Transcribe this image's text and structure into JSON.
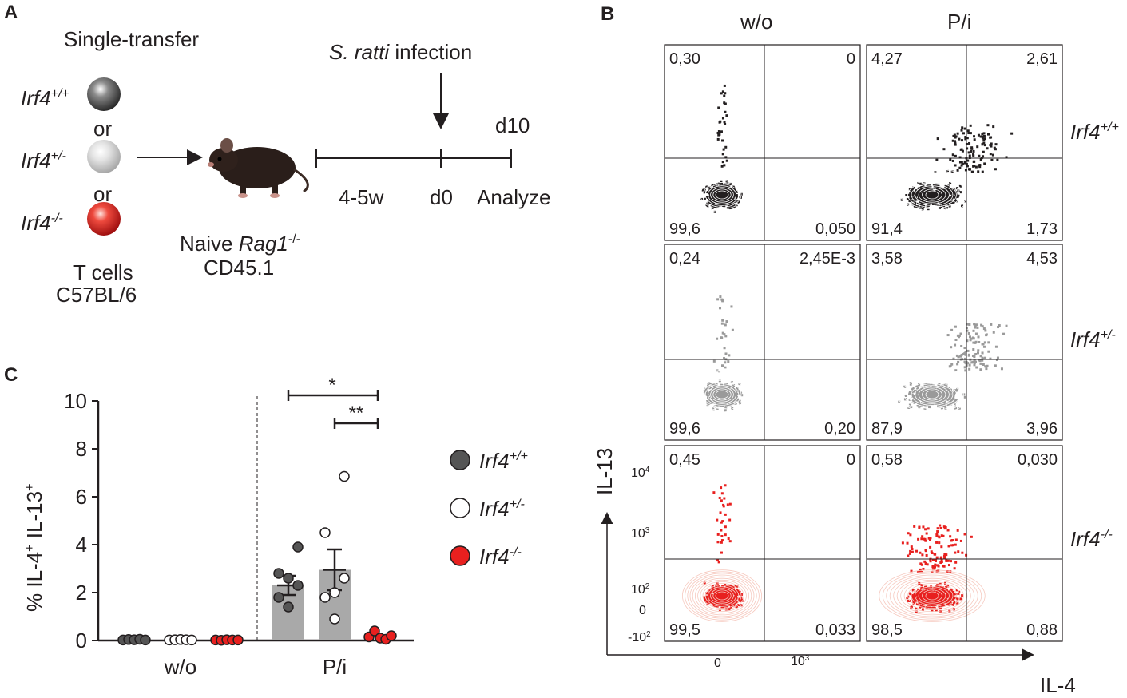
{
  "colors": {
    "wt": "#555555",
    "het": "#ffffff",
    "ko": "#e8201f",
    "bar_fill": "#a9a9a9",
    "ink": "#231f20",
    "het_dots": "#9a9a9a"
  },
  "panel_a": {
    "letter": "A",
    "title": "Single-transfer",
    "genotypes": [
      {
        "base": "Irf4",
        "sup": "+/+",
        "color": "#5a5a5a"
      },
      {
        "base": "Irf4",
        "sup": "+/-",
        "color": "#cfcfcf"
      },
      {
        "base": "Irf4",
        "sup": "-/-",
        "color": "#e8201f"
      }
    ],
    "or_label": "or",
    "cells_line1": "T cells",
    "cells_line2": "C57BL/6",
    "mouse_icon": "mouse-icon",
    "recipient_prefix": "Naive ",
    "recipient_gene": "Rag1",
    "recipient_sup": "-/-",
    "recipient_line2": "CD45.1",
    "infection_species": "S. ratti",
    "infection_word": " infection",
    "t1": "4-5w",
    "t2": "d0",
    "t3": "d10",
    "t4": "Analyze"
  },
  "panel_b": {
    "letter": "B",
    "col_headers": [
      "w/o",
      "P/i"
    ],
    "row_labels": [
      {
        "base": "Irf4",
        "sup": "+/+"
      },
      {
        "base": "Irf4",
        "sup": "+/-"
      },
      {
        "base": "Irf4",
        "sup": "-/-"
      }
    ],
    "y_axis": "IL-13",
    "x_axis": "IL-4",
    "y_ticks": [
      {
        "base": "10",
        "sup": "4"
      },
      {
        "base": "10",
        "sup": "3"
      },
      {
        "base": "10",
        "sup": "2"
      },
      {
        "base": "0",
        "sup": ""
      },
      {
        "base": "-10",
        "sup": "2"
      }
    ],
    "x_ticks": [
      {
        "base": "0",
        "sup": ""
      },
      {
        "base": "10",
        "sup": "3"
      }
    ],
    "quadrants": [
      [
        "0,30",
        "0",
        "99,6",
        "0,050"
      ],
      [
        "4,27",
        "2,61",
        "91,4",
        "1,73"
      ],
      [
        "0,24",
        "2,45E-3",
        "99,6",
        "0,20"
      ],
      [
        "3,58",
        "4,53",
        "87,9",
        "3,96"
      ],
      [
        "0,45",
        "0",
        "99,5",
        "0,033"
      ],
      [
        "0,58",
        "0,030",
        "98,5",
        "0,88"
      ]
    ]
  },
  "panel_c": {
    "letter": "C",
    "star1": "*",
    "star2": "**",
    "legend": [
      {
        "base": "Irf4",
        "sup": "+/+"
      },
      {
        "base": "Irf4",
        "sup": "+/-"
      },
      {
        "base": "Irf4",
        "sup": "-/-"
      }
    ]
  },
  "chart_data": {
    "type": "bar",
    "ylabel": "% IL-4+ IL-13+",
    "ylim": [
      0,
      10
    ],
    "yticks": [
      "0",
      "2",
      "4",
      "6",
      "8",
      "10"
    ],
    "groups": [
      "w/o",
      "P/i"
    ],
    "series": [
      {
        "name": "Irf4+/+",
        "means": [
          0.03,
          2.3
        ],
        "sem": [
          0.01,
          0.4
        ],
        "points": [
          [
            0.02,
            0.04,
            0.03,
            0.05,
            0.02
          ],
          [
            2.8,
            3.9,
            1.4,
            2.3,
            1.8,
            2.6
          ]
        ]
      },
      {
        "name": "Irf4+/-",
        "means": [
          0.03,
          2.95
        ],
        "sem": [
          0.01,
          0.85
        ],
        "points": [
          [
            0.02,
            0.03,
            0.04,
            0.03,
            0.02
          ],
          [
            4.5,
            6.85,
            2.0,
            2.6,
            1.8,
            0.9
          ]
        ]
      },
      {
        "name": "Irf4-/-",
        "means": [
          0.02,
          0.15
        ],
        "sem": [
          0.01,
          0.05
        ],
        "points": [
          [
            0.02,
            0.01,
            0.03,
            0.02,
            0.02
          ],
          [
            0.15,
            0.4,
            0.1,
            0.05,
            0.2
          ]
        ]
      }
    ]
  }
}
